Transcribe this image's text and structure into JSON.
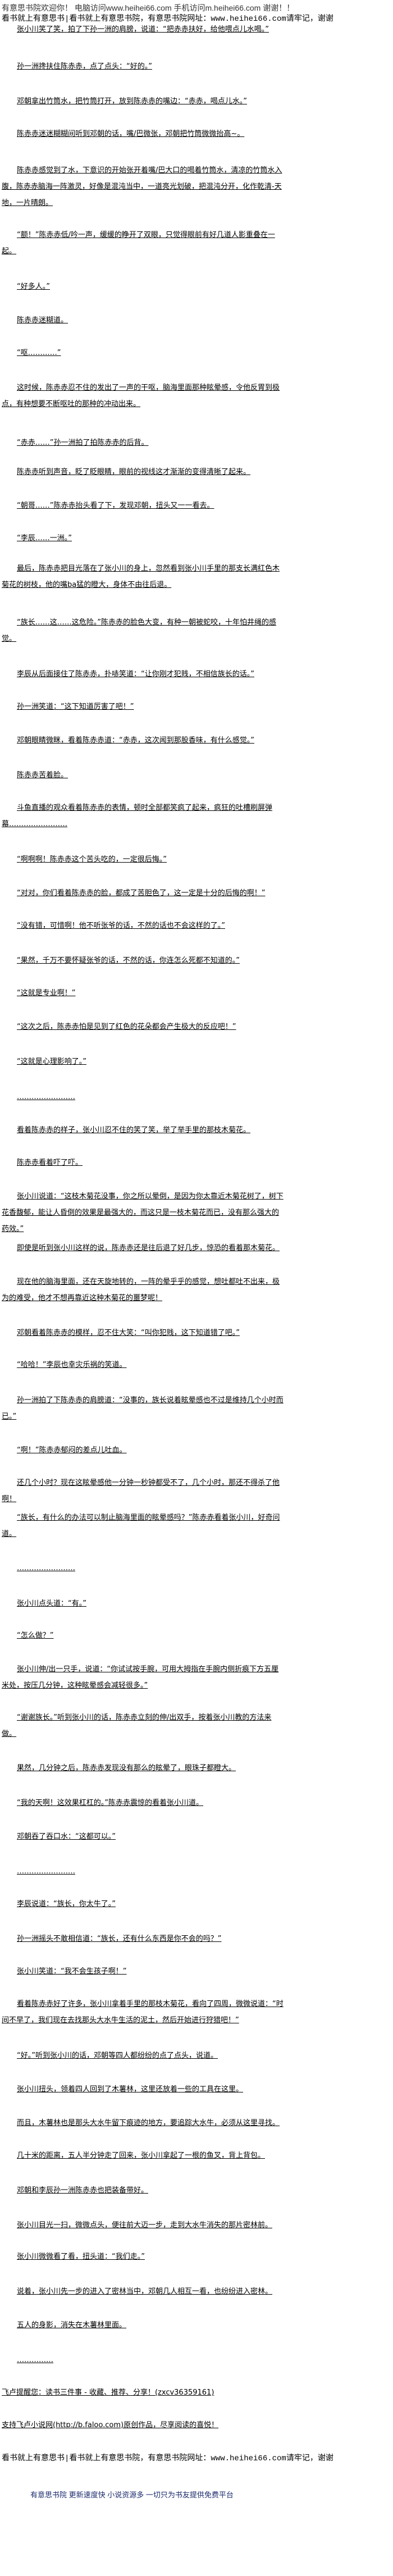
{
  "header": {
    "welcome": "有意思书院欢迎你！ 电脑访问www.heihei66.com  手机访问m.heihei66.com 谢谢！！",
    "notice": "看书就上有意思书|看书就上有意思书院，有意思书院网址：www.heihei66.com请牢记，谢谢"
  },
  "paragraphs": [
    {
      "text": "张小川笑了笑，拍了下孙一洲的肩膀，说道：“把赤赤扶好，给他喂点儿水喝。”"
    },
    {
      "text": "孙一洲搀扶住陈赤赤，点了点头：“好的。”"
    },
    {
      "text": "邓朝拿出竹筒水，把竹筒打开，放到陈赤赤的嘴边：“赤赤，喝点儿水。”"
    },
    {
      "text": "陈赤赤迷迷糊糊间听到邓朝的话，嘴/巴微张，邓朝把竹筒微微抬高~。"
    },
    {
      "text": "陈赤赤感觉到了水，下意识的开始张开着嘴/巴大口的喝着竹筒水，清凉的竹筒水入腹，陈赤赤脑海一阵激灵，好像是混沌当中，一道亮光划破，把混沌分开，化作乾清-天地，一片晴朗。"
    },
    {
      "text": "“额！”陈赤赤低/吟一声，缓缓的睁开了双眼，只觉得眼前有好几道人影重叠在一起。"
    },
    {
      "text": "“好多人。”"
    },
    {
      "text": "陈赤赤迷糊道。"
    },
    {
      "text": "“呕…………”"
    },
    {
      "text": "这时候，陈赤赤忍不住的发出了一声的干呕，脑海里面那种眩晕感，令他反胃到极点，有种想要不断呕吐的那种的冲动出来。"
    },
    {
      "text": "“赤赤……”孙一洲拍了拍陈赤赤的后背。"
    },
    {
      "text": "陈赤赤听到声音，眨了眨眼睛，眼前的视线这才渐渐的变得清晰了起来。"
    },
    {
      "text": "“朝哥……”陈赤赤抬头看了下，发现邓朝，扭头又一一看去。"
    },
    {
      "text": "“李辰……一洲。”"
    },
    {
      "text": "最后，陈赤赤把目光落在了张小川的身上，忽然看到张小川手里的那支长满红色木菊花的树枝，他的嘴ba猛的瞪大，身体不由往后退。"
    },
    {
      "text": "“族长……这……这危险。”陈赤赤的脸色大变，有种一朝被蛇咬，十年怕井绳的感觉。"
    },
    {
      "text": "李辰从后面接住了陈赤赤，扑哧笑道：“让你刚才犯贱，不相信族长的话。”"
    },
    {
      "text": "孙一洲笑道：“这下知道厉害了吧！”"
    },
    {
      "text": "邓朝眼睛微眯，看着陈赤赤道：“赤赤，这次闻到那股香味，有什么感觉。”"
    },
    {
      "text": "陈赤赤苦着脸。"
    },
    {
      "text": "斗鱼直播的观众看着陈赤赤的表情，顿时全部都笑疯了起来，疯狂的吐槽刷屏弹幕……………………"
    },
    {
      "text": "“啊啊啊！陈赤赤这个苦头吃的，一定很后悔。”"
    },
    {
      "text": "“对对，你们看着陈赤赤的脸，都成了苦胆色了，这一定是十分的后悔的啊！”"
    },
    {
      "text": "“没有错，可惜啊！他不听张爷的话，不然的话也不会这样的了。”"
    },
    {
      "text": "“果然，千万不要怀疑张爷的话，不然的话，你连怎么死都不知道的。”"
    },
    {
      "text": "“这就是专业啊！”"
    },
    {
      "text": "“这次之后，陈赤赤怕是见到了红色的花朵都会产生极大的反应吧！”"
    },
    {
      "text": "“这就是心理影响了。”"
    },
    {
      "text": "……………………"
    },
    {
      "text": "看着陈赤赤的样子，张小川忍不住的笑了笑，举了举手里的那枝木菊花。"
    },
    {
      "text": "陈赤赤看着吓了吓。"
    },
    {
      "text": "张小川说道：“这枝木菊花没事，你之所以晕倒，是因为你太靠近木菊花树了，树下花香馥郁，能让人昏倒的效果是最强大的，而这只是一枝木菊花而已，没有那么强大的药效。”"
    },
    {
      "text": "即使是听到张小川这样的说，陈赤赤还是往后退了好几步，惊恐的看着那木菊花。"
    },
    {
      "text": "现在他的脑海里面，还在天旋地转的，一阵的晕乎乎的感觉，想吐都吐不出来，极为的难受，他才不想再靠近这种木菊花的噩梦呢！"
    },
    {
      "text": "邓朝看着陈赤赤的模样，忍不住大笑：“叫你犯贱，这下知道错了吧。”"
    },
    {
      "text": "“哈哈！”李辰也幸灾乐祸的笑道。"
    },
    {
      "text": "孙一洲拍了下陈赤赤的肩膀道：“没事的，族长说着眩晕感也不过是维持几个小时而已。”"
    },
    {
      "text": "“啊！”陈赤赤郁闷的差点儿吐血。"
    },
    {
      "text": "还几个小时？现在这眩晕感他一分钟一秒钟都受不了，几个小时，那还不得杀了他啊！"
    },
    {
      "text": "“族长，有什么的办法可以制止脑海里面的眩晕感吗？”陈赤赤看着张小川，好奇问道。"
    },
    {
      "text": "……………………"
    },
    {
      "text": "张小川点头道：“有。”"
    },
    {
      "text": "“怎么做？”"
    },
    {
      "text": "张小川伸/出一只手，说道：“你试试按手腕，可用大拇指在手腕内侧折痕下方五厘米处，按压几分钟，这种眩晕感会减轻很多。”"
    },
    {
      "text": "“谢谢族长。”听到张小川的话，陈赤赤立刻的伸/出双手，按着张小川教的方法来做。"
    },
    {
      "text": "果然，几分钟之后，陈赤赤发现没有那么的眩晕了，眼珠子都瞪大。"
    },
    {
      "text": "“我的天啊！这效果杠杠的。”陈赤赤震惊的看着张小川道。"
    },
    {
      "text": "邓朝吞了吞口水：“这都可以。”"
    },
    {
      "text": "……………………"
    },
    {
      "text": "李辰说道：“族长，你太牛了。”"
    },
    {
      "text": "孙一洲摇头不敢相信道：“族长，还有什么东西是你不会的吗？”"
    },
    {
      "text": "张小川笑道：“我不会生孩子啊！”"
    },
    {
      "text": "看着陈赤赤好了许多，张小川拿着手里的那枝木菊花，看向了四周，微微说道：“时间不早了，我们现在去找那头大水牛生活的泥土，然后开始进行狩猎吧！”"
    },
    {
      "text": "“好。”听到张小川的话，邓朝等四人都纷纷的点了点头，说道。"
    },
    {
      "text": "张小川扭头，领着四人回到了木薯林，这里还放着一些的工具在这里。"
    },
    {
      "text": "而且，木薯林也是那头大水牛留下痕迹的地方，要追踪大水牛，必须从这里寻找。"
    },
    {
      "text": "几十米的距离，五人半分钟走了回来，张小川拿起了一根的鱼叉，背上背包。"
    },
    {
      "text": "邓朝和李辰孙一洲陈赤赤也把装备带好。"
    },
    {
      "text": "张小川目光一扫，微微点头，便往前大迈一步，走到大水牛消失的那片密林前。"
    },
    {
      "text": "张小川微微看了看，扭头道：“我们走。”"
    },
    {
      "text": "说着，张小川先一步的进入了密林当中，邓朝几人相互一看，也纷纷进入密林。"
    },
    {
      "text": "五人的身影，消失在木薯林里面。"
    },
    {
      "text": "……………"
    },
    {
      "text": "飞卢提醒您：读书三件事 - 收藏、推荐、分享！(zxcv36359161)",
      "noindent": true
    },
    {
      "text": "支持飞卢小说网(http://b.faloo.com)原创作品，尽享阅读的喜悦！",
      "noindent": true
    }
  ],
  "footer": {
    "notice": "看书就上有意思书|看书就上有意思书院，有意思书院网址：www.heihei66.com请牢记，谢谢",
    "slogan": "有意思书院 更新速度快 小说资源多 一切只为书友提供免费平台"
  }
}
